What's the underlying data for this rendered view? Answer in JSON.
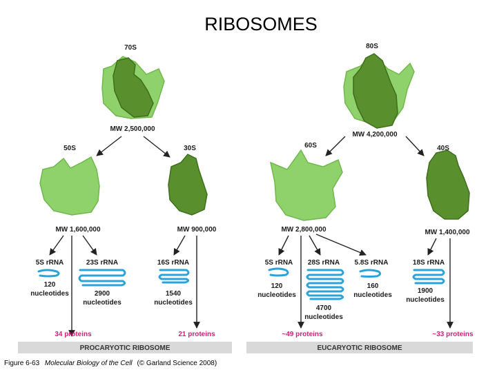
{
  "title": "RIBOSOMES",
  "prokaryote": {
    "whole_s": "70S",
    "whole_mw": "MW 2,500,000",
    "large_s": "50S",
    "small_s": "30S",
    "large_mw": "MW 1,600,000",
    "small_mw": "MW 900,000",
    "rrna": [
      {
        "name": "5S rRNA",
        "count": "120",
        "unit": "nucleotides"
      },
      {
        "name": "23S rRNA",
        "count": "2900",
        "unit": "nucleotides"
      },
      {
        "name": "16S rRNA",
        "count": "1540",
        "unit": "nucleotides"
      }
    ],
    "large_proteins": "34 proteins",
    "small_proteins": "21 proteins",
    "bar": "PROCARYOTIC RIBOSOME"
  },
  "eukaryote": {
    "whole_s": "80S",
    "whole_mw": "MW 4,200,000",
    "large_s": "60S",
    "small_s": "40S",
    "large_mw": "MW 2,800,000",
    "small_mw": "MW 1,400,000",
    "rrna": [
      {
        "name": "5S rRNA",
        "count": "120",
        "unit": "nucleotides"
      },
      {
        "name": "28S rRNA",
        "count": "4700",
        "unit": "nucleotides"
      },
      {
        "name": "5.8S rRNA",
        "count": "160",
        "unit": "nucleotides"
      },
      {
        "name": "18S rRNA",
        "count": "1900",
        "unit": "nucleotides"
      }
    ],
    "large_proteins": "~49 proteins",
    "small_proteins": "~33 proteins",
    "bar": "EUCARYOTIC RIBOSOME"
  },
  "caption": {
    "figure": "Figure 6-63",
    "book": "Molecular Biology of the Cell",
    "credit": "(© Garland Science 2008)"
  },
  "colors": {
    "large_subunit": "#8fd16a",
    "small_subunit": "#5a8f2e",
    "rrna": "#2aa3d8",
    "protein_count": "#d81b7a",
    "bar": "#d9d9d9"
  }
}
